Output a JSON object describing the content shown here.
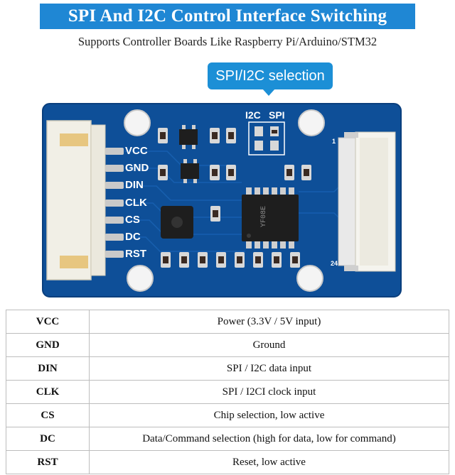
{
  "banner": {
    "title": "SPI And I2C Control Interface Switching"
  },
  "subtitle": "Supports Controller Boards Like Raspberry Pi/Arduino/STM32",
  "callout": {
    "label": "SPI/I2C selection"
  },
  "board": {
    "pin_labels": [
      "VCC",
      "GND",
      "DIN",
      "CLK",
      "CS",
      "DC",
      "RST"
    ],
    "selector_labels": {
      "left": "I2C",
      "right": "SPI"
    },
    "silk_numbers": {
      "top": "1",
      "bottom": "24"
    },
    "colors": {
      "pcb": "#0e4f98",
      "pcb_edge": "#0a3f7d",
      "pad": "#d8d8d8",
      "chip": "#1e1e1e",
      "connector": "#f1efe6"
    }
  },
  "table": {
    "rows": [
      {
        "pin": "VCC",
        "desc": "Power (3.3V / 5V input)"
      },
      {
        "pin": "GND",
        "desc": "Ground"
      },
      {
        "pin": "DIN",
        "desc": "SPI / I2C data input"
      },
      {
        "pin": "CLK",
        "desc": "SPI / I2CI clock input"
      },
      {
        "pin": "CS",
        "desc": "Chip selection, low active"
      },
      {
        "pin": "DC",
        "desc": "Data/Command selection (high for data, low for command)"
      },
      {
        "pin": "RST",
        "desc": "Reset, low active"
      }
    ]
  }
}
